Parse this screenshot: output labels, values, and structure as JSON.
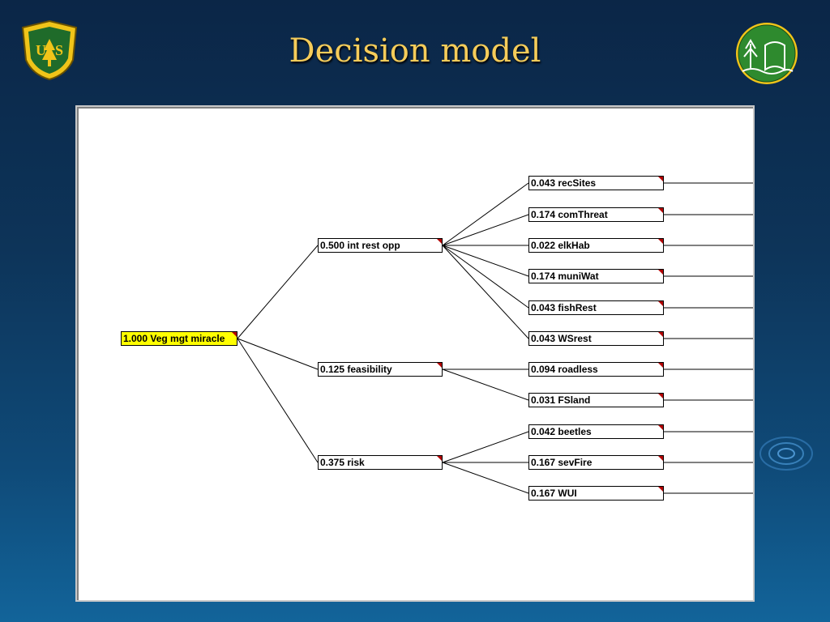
{
  "slide": {
    "title": "Decision model"
  },
  "tree": {
    "root": {
      "id": "root",
      "weight": "1.000",
      "label": "Veg mgt miracle"
    },
    "level1": [
      {
        "id": "int",
        "weight": "0.500",
        "label": "int rest opp"
      },
      {
        "id": "feas",
        "weight": "0.125",
        "label": "feasibility"
      },
      {
        "id": "risk",
        "weight": "0.375",
        "label": "risk"
      }
    ],
    "level2": [
      {
        "id": "recSites",
        "parent": "int",
        "weight": "0.043",
        "label": "recSites"
      },
      {
        "id": "comThreat",
        "parent": "int",
        "weight": "0.174",
        "label": "comThreat"
      },
      {
        "id": "elkHab",
        "parent": "int",
        "weight": "0.022",
        "label": "elkHab"
      },
      {
        "id": "muniWat",
        "parent": "int",
        "weight": "0.174",
        "label": "muniWat"
      },
      {
        "id": "fishRest",
        "parent": "int",
        "weight": "0.043",
        "label": "fishRest"
      },
      {
        "id": "WSrest",
        "parent": "int",
        "weight": "0.043",
        "label": "WSrest"
      },
      {
        "id": "roadless",
        "parent": "feas",
        "weight": "0.094",
        "label": "roadless"
      },
      {
        "id": "FSland",
        "parent": "feas",
        "weight": "0.031",
        "label": "FSland"
      },
      {
        "id": "beetles",
        "parent": "risk",
        "weight": "0.042",
        "label": "beetles"
      },
      {
        "id": "sevFire",
        "parent": "risk",
        "weight": "0.167",
        "label": "sevFire"
      },
      {
        "id": "WUI",
        "parent": "risk",
        "weight": "0.167",
        "label": "WUI"
      }
    ]
  },
  "colors": {
    "title": "#f5cc5a",
    "root_fill": "#ffff00",
    "node_fill": "#ffffff",
    "corner_marker": "#b40000"
  },
  "icons": {
    "left_logo": "forest-service-shield-icon",
    "right_logo": "tree-landscape-emblem-icon",
    "decoration": "water-ripple-icon"
  }
}
